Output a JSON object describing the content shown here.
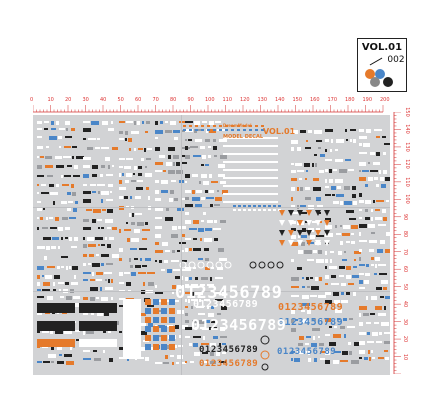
{
  "badge": {
    "volume": "VOL.01",
    "number": "002",
    "dot_colors": [
      "#e57a2b",
      "#4a86c8",
      "#888888",
      "#222222"
    ]
  },
  "ruler_top": {
    "ticks": [
      "0",
      "10",
      "20",
      "30",
      "40",
      "50",
      "60",
      "70",
      "80",
      "90",
      "100",
      "110",
      "120",
      "130",
      "140",
      "150",
      "160",
      "170",
      "180",
      "190",
      "200"
    ]
  },
  "ruler_right": {
    "ticks": [
      "150",
      "140",
      "130",
      "120",
      "110",
      "100",
      "90",
      "80",
      "70",
      "60",
      "50",
      "40",
      "30",
      "20",
      "10"
    ]
  },
  "sheet": {
    "brand_small": "DreamModel",
    "brand_title": "MODEL DECAL",
    "brand_vol": "VOL.01",
    "digits_white_large": "0123456789",
    "digits_orange": "0123456789",
    "digits_blue": "0123456789",
    "digits_white": "0123456789",
    "digits_black": "0123456789",
    "digits_orange_small": "0123456789",
    "digits_blue_small": "0123456789",
    "colors": {
      "sheet": "#d2d3d5",
      "orange": "#e57a2b",
      "blue": "#4a86c8",
      "white": "#ffffff",
      "black": "#222222",
      "ruler": "#d33333"
    }
  }
}
